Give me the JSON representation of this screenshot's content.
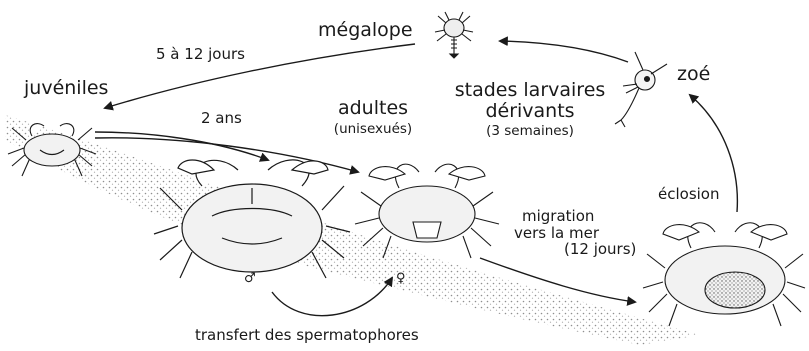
{
  "labels": {
    "megalope": "mégalope",
    "zoe": "zoé",
    "juveniles": "juvéniles",
    "adultes": "adultes",
    "unisexues": "(unisexués)",
    "stades_line1": "stades larvaires",
    "stades_line2": "dérivants",
    "trois_semaines": "(3 semaines)",
    "cinq_douze_jours": "5 à 12 jours",
    "deux_ans": "2 ans",
    "eclosion": "éclosion",
    "migration_line1": "migration",
    "migration_line2": "vers la mer",
    "douze_jours": "(12 jours)",
    "transfert": "transfert des spermatophores",
    "male_symbol": "♂",
    "female_symbol": "♀"
  },
  "colors": {
    "ink": "#1a1a1a",
    "shell": "#f2f2f2",
    "stipple": "#9a9a9a"
  }
}
